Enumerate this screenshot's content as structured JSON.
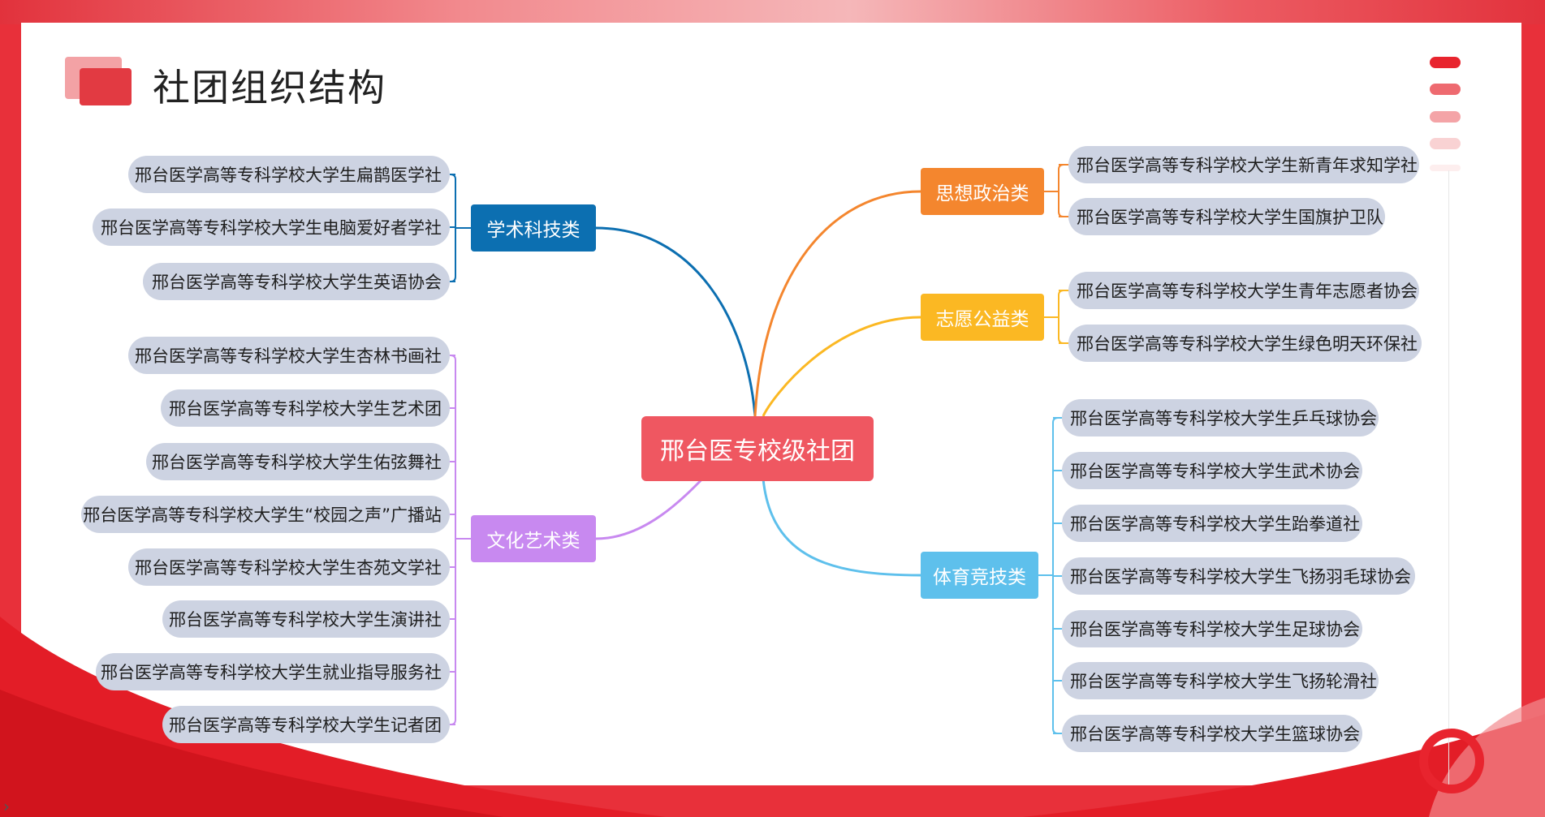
{
  "title": "社团组织结构",
  "center_label": "邢台医专校级社团",
  "colors": {
    "center": "#ef5761",
    "academic": "#0c6fb1",
    "culture": "#c889f0",
    "politics": "#f4862e",
    "volunteer": "#fbb823",
    "sports": "#5ec0ec",
    "leaf": "#cdd3e2"
  },
  "left_categories": [
    {
      "label": "学术科技类",
      "color": "#0c6fb1",
      "items": [
        "邢台医学高等专科学校大学生扁鹊医学社",
        "邢台医学高等专科学校大学生电脑爱好者学社",
        "邢台医学高等专科学校大学生英语协会"
      ]
    },
    {
      "label": "文化艺术类",
      "color": "#c889f0",
      "items": [
        "邢台医学高等专科学校大学生杏林书画社",
        "邢台医学高等专科学校大学生艺术团",
        "邢台医学高等专科学校大学生佑弦舞社",
        "邢台医学高等专科学校大学生“校园之声”广播站",
        "邢台医学高等专科学校大学生杏苑文学社",
        "邢台医学高等专科学校大学生演讲社",
        "邢台医学高等专科学校大学生就业指导服务社",
        "邢台医学高等专科学校大学生记者团"
      ]
    }
  ],
  "right_categories": [
    {
      "label": "思想政治类",
      "color": "#f4862e",
      "items": [
        "邢台医学高等专科学校大学生新青年求知学社",
        "邢台医学高等专科学校大学生国旗护卫队"
      ]
    },
    {
      "label": "志愿公益类",
      "color": "#fbb823",
      "items": [
        "邢台医学高等专科学校大学生青年志愿者协会",
        "邢台医学高等专科学校大学生绿色明天环保社"
      ]
    },
    {
      "label": "体育竞技类",
      "color": "#5ec0ec",
      "items": [
        "邢台医学高等专科学校大学生乒乓球协会",
        "邢台医学高等专科学校大学生武术协会",
        "邢台医学高等专科学校大学生跆拳道社",
        "邢台医学高等专科学校大学生飞扬羽毛球协会",
        "邢台医学高等专科学校大学生足球协会",
        "邢台医学高等专科学校大学生飞扬轮滑社",
        "邢台医学高等专科学校大学生篮球协会"
      ]
    }
  ]
}
